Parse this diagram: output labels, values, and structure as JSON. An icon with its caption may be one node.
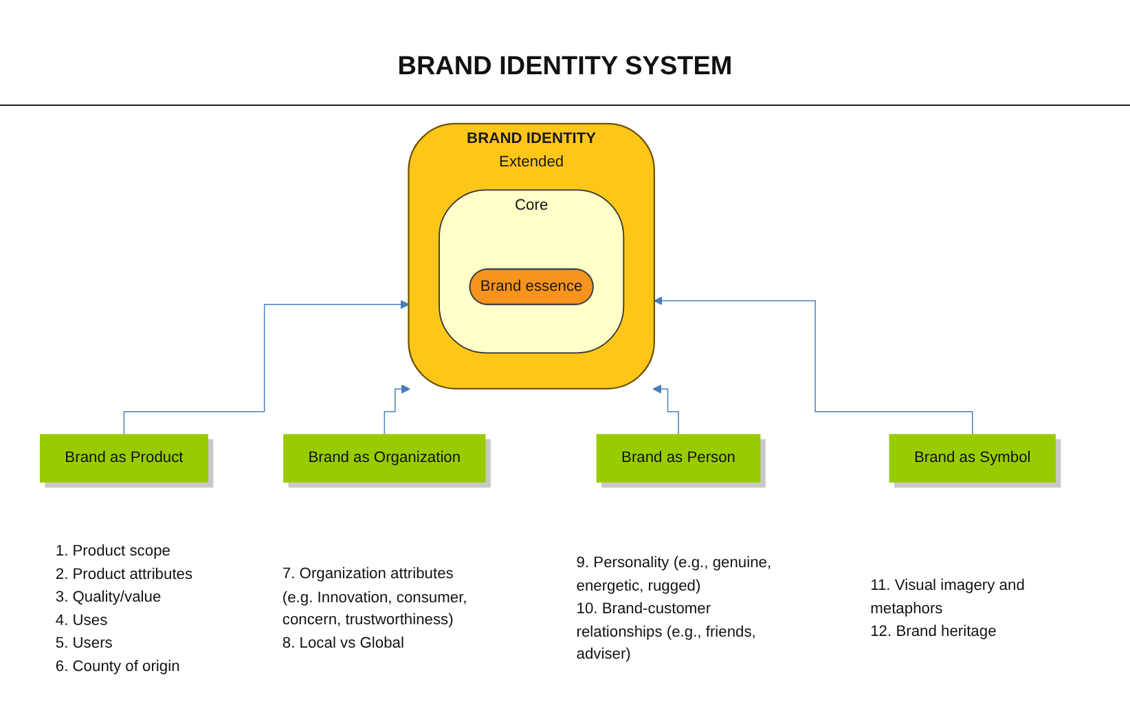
{
  "diagram": {
    "title": "BRAND IDENTITY SYSTEM",
    "nodes": [
      {
        "text": [
          "BRAND IDENTITY",
          "Extended"
        ]
      },
      {
        "text": [
          "Core"
        ],
        "in": 0
      },
      {
        "text": [
          "Brand essence"
        ],
        "in": 1
      },
      {
        "text": [
          "Brand as Product"
        ],
        "beside": [
          "1. Product scope",
          "2. Product attributes",
          "3. Quality/value",
          "4. Uses",
          "5. Users",
          "6. County of origin"
        ]
      },
      {
        "text": [
          "Brand as Organization"
        ],
        "beside": [
          "7. Organization attributes (e.g. Innovation, consumer, concern, trustworthiness)",
          "8. Local vs Global"
        ]
      },
      {
        "text": [
          "Brand as Person"
        ],
        "beside": [
          "9. Personality (e.g., genuine, energetic, rugged)",
          "10. Brand-customer relationships (e.g., friends, adviser)"
        ]
      },
      {
        "text": [
          "Brand as Symbol"
        ],
        "beside": [
          "11. Visual imagery and metaphors",
          "12. Brand heritage"
        ]
      }
    ],
    "edges": [
      {
        "from": 3,
        "to": 0,
        "arrow": "to"
      },
      {
        "from": 4,
        "to": 0,
        "arrow": "to"
      },
      {
        "from": 5,
        "to": 0,
        "arrow": "to"
      },
      {
        "from": 6,
        "to": 0,
        "arrow": "to"
      }
    ]
  }
}
